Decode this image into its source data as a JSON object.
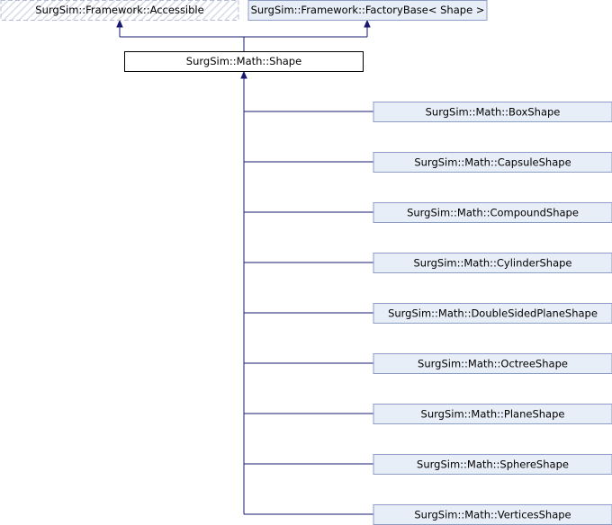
{
  "colors": {
    "edge": "#191970",
    "derived_fill": "#e8eef7",
    "derived_stroke": "#8c9ec6",
    "base_stroke": "#b4bdd5",
    "current_stroke": "#000000",
    "hatch": "#d6dbe7"
  },
  "bases": [
    {
      "label": "SurgSim::Framework::Accessible",
      "style": "external-hatched"
    },
    {
      "label": "SurgSim::Framework::FactoryBase< Shape >",
      "style": "documented"
    }
  ],
  "current": {
    "label": "SurgSim::Math::Shape"
  },
  "derived": [
    {
      "label": "SurgSim::Math::BoxShape"
    },
    {
      "label": "SurgSim::Math::CapsuleShape"
    },
    {
      "label": "SurgSim::Math::CompoundShape"
    },
    {
      "label": "SurgSim::Math::CylinderShape"
    },
    {
      "label": "SurgSim::Math::DoubleSidedPlaneShape"
    },
    {
      "label": "SurgSim::Math::OctreeShape"
    },
    {
      "label": "SurgSim::Math::PlaneShape"
    },
    {
      "label": "SurgSim::Math::SphereShape"
    },
    {
      "label": "SurgSim::Math::VerticesShape"
    }
  ]
}
